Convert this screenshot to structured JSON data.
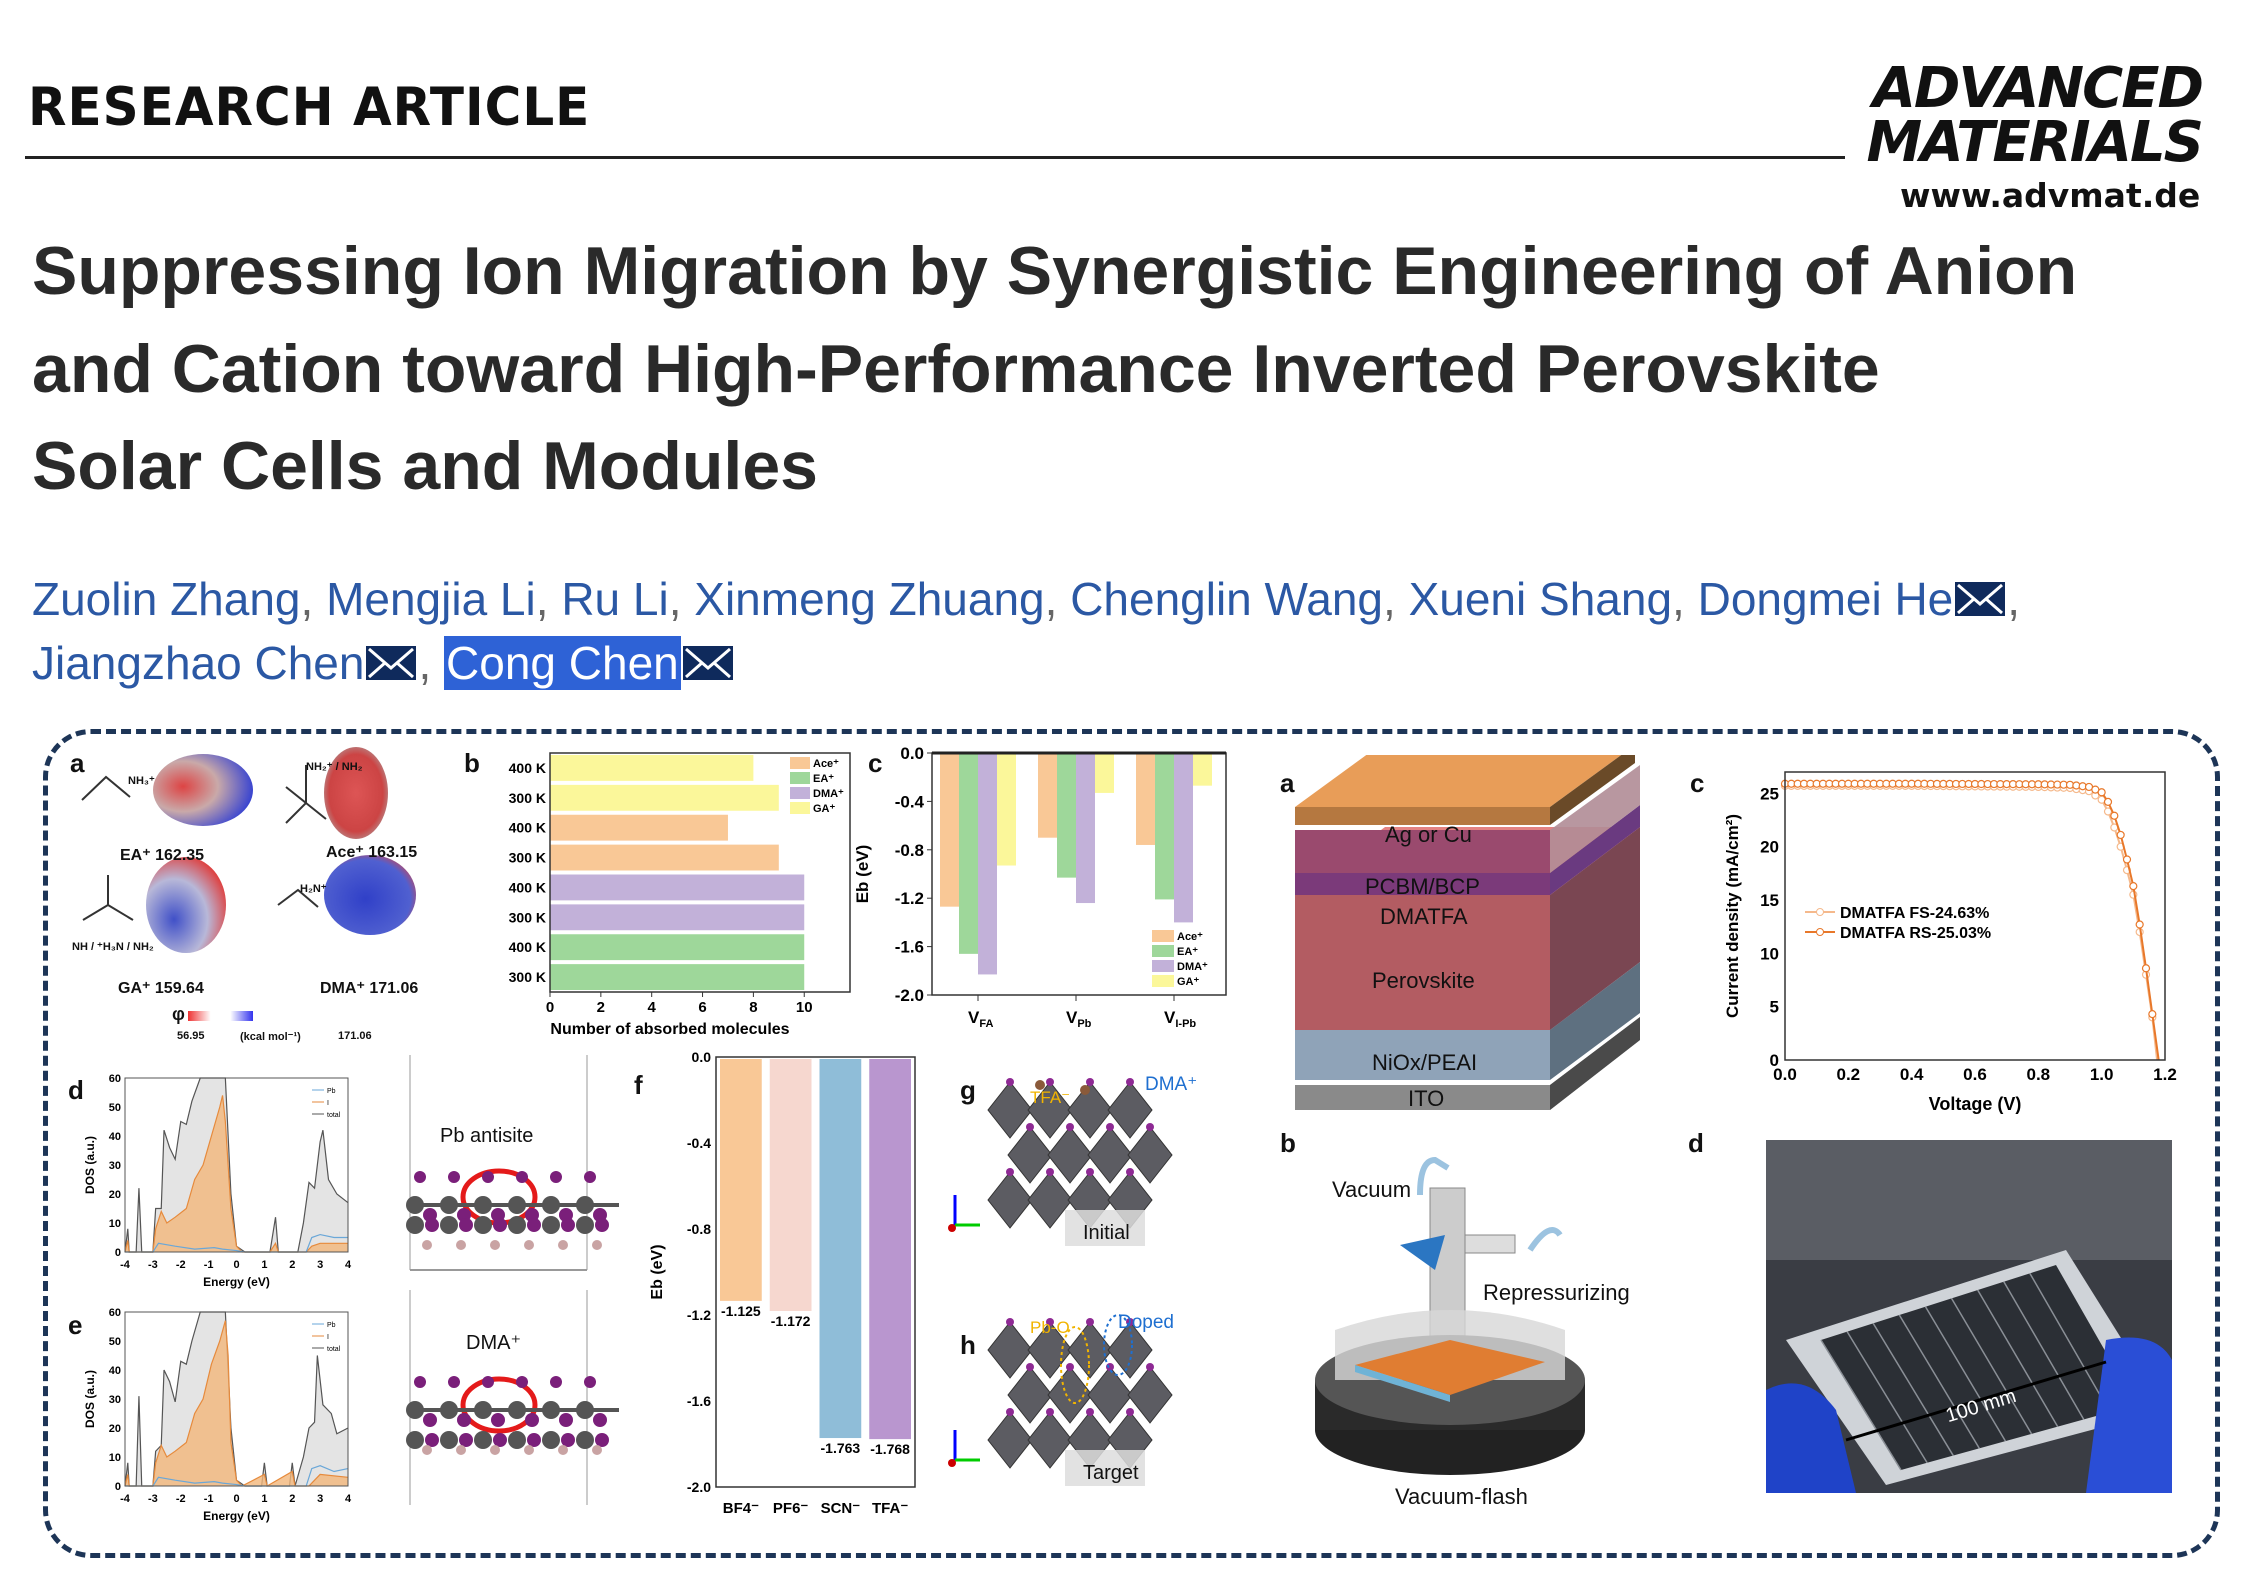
{
  "header": {
    "section": "RESEARCH ARTICLE",
    "journal_line1": "ADVANCED",
    "journal_line2": "MATERIALS",
    "url": "www.advmat.de"
  },
  "title": [
    "Suppressing Ion Migration by Synergistic Engineering of Anion",
    "and Cation toward High-Performance Inverted Perovskite",
    "Solar Cells and Modules"
  ],
  "authors": [
    {
      "name": "Zuolin Zhang"
    },
    {
      "name": "Mengjia Li"
    },
    {
      "name": "Ru Li"
    },
    {
      "name": "Xinmeng Zhuang"
    },
    {
      "name": "Chenglin Wang"
    },
    {
      "name": "Xueni Shang"
    },
    {
      "name": "Dongmei He",
      "email": true
    },
    {
      "name": "Jiangzhao Chen",
      "email": true
    },
    {
      "name": "Cong Chen",
      "email": true,
      "selected": true
    }
  ],
  "separator": ",",
  "figure": {
    "left": {
      "label_a": "a",
      "label_b": "b",
      "label_c": "c",
      "label_d": "d",
      "label_e": "e",
      "label_f": "f",
      "label_g": "g",
      "label_h": "h",
      "molecules": [
        {
          "name": "EA⁺",
          "value": "162.35",
          "formula": "NH₃⁺"
        },
        {
          "name": "Ace⁺",
          "value": "163.15",
          "formula": "NH₂⁺ / NH₂"
        },
        {
          "name": "GA⁺",
          "value": "159.64",
          "formula": "NH / ⁺H₃N / NH₂"
        },
        {
          "name": "DMA⁺",
          "value": "171.06",
          "formula": "H₂N⁺"
        }
      ],
      "esp_scale": {
        "symbol": "φ",
        "min": "56.95",
        "unit": "(kcal mol⁻¹)",
        "max": "171.06"
      },
      "struct_d_label": "Pb antisite",
      "struct_e_label": "DMA⁺",
      "g_labels": {
        "tfa": "TFA⁻",
        "dma": "DMA⁺",
        "box": "Initial"
      },
      "h_labels": {
        "pbo": "Pb-O",
        "doped": "Doped",
        "box": "Target"
      }
    },
    "right": {
      "label_a": "a",
      "label_b": "b",
      "label_c": "c",
      "label_d": "d",
      "stack": [
        "Ag or Cu",
        "PCBM/BCP",
        "DMATFA",
        "Perovskite",
        "NiOx/PEAI",
        "ITO"
      ],
      "vacuum": {
        "top": "Vacuum",
        "side": "Repressurizing",
        "bottom": "Vacuum-flash"
      },
      "photo_scale": "100 mm"
    }
  },
  "colors": {
    "ace": "#f9c896",
    "ea": "#9ed79a",
    "dma": "#c2b1d9",
    "ga": "#fbf79a",
    "bf4": "#f9c896",
    "pf6": "#f6d7cf",
    "scn": "#8fbdd8",
    "tfa": "#b996cf",
    "jv": "#e8782a"
  },
  "chart_data": [
    {
      "id": "b",
      "type": "bar",
      "orientation": "horizontal",
      "categories": [
        "400 K",
        "300 K",
        "400 K",
        "300 K",
        "400 K",
        "300 K",
        "400 K",
        "300 K"
      ],
      "groups": [
        "GA⁺",
        "GA⁺",
        "Ace⁺",
        "Ace⁺",
        "DMA⁺",
        "DMA⁺",
        "EA⁺",
        "EA⁺"
      ],
      "values": [
        8,
        9,
        7,
        9,
        10,
        10,
        10,
        10
      ],
      "xlabel": "Number of absorbed molecules",
      "xlim": [
        0,
        11.8
      ],
      "xticks": [
        0,
        2,
        4,
        6,
        8,
        10
      ],
      "legend": [
        "Ace⁺",
        "EA⁺",
        "DMA⁺",
        "GA⁺"
      ],
      "legend_position": "top-right"
    },
    {
      "id": "c",
      "type": "bar",
      "categories": [
        "V_FA",
        "V_Pb",
        "V_I-Pb"
      ],
      "category_main": [
        "V",
        "V",
        "V"
      ],
      "category_sub": [
        "FA",
        "Pb",
        "I-Pb"
      ],
      "series": [
        {
          "name": "Ace⁺",
          "values": [
            -1.27,
            -0.7,
            -0.76
          ]
        },
        {
          "name": "EA⁺",
          "values": [
            -1.66,
            -1.03,
            -1.21
          ]
        },
        {
          "name": "DMA⁺",
          "values": [
            -1.83,
            -1.24,
            -1.4
          ]
        },
        {
          "name": "GA⁺",
          "values": [
            -0.93,
            -0.33,
            -0.27
          ]
        }
      ],
      "ylabel": "Eb (eV)",
      "ylim": [
        -2.0,
        0
      ],
      "yticks": [
        "0.0",
        "-0.4",
        "-0.8",
        "-1.2",
        "-1.6",
        "-2.0"
      ],
      "legend_position": "bottom-right"
    },
    {
      "id": "d",
      "type": "area",
      "xlabel": "Energy (eV)",
      "ylabel": "DOS (a.u.)",
      "xlim": [
        -4,
        4
      ],
      "ylim": [
        0,
        60
      ],
      "xticks": [
        "-4",
        "-3",
        "-2",
        "-1",
        "0",
        "1",
        "2",
        "3",
        "4"
      ],
      "yticks": [
        "0",
        "10",
        "20",
        "30",
        "40",
        "50",
        "60"
      ],
      "series": [
        {
          "name": "total",
          "points": [
            [
              -4,
              0
            ],
            [
              -3.9,
              8
            ],
            [
              -3.85,
              0
            ],
            [
              -3.6,
              0
            ],
            [
              -3.5,
              22
            ],
            [
              -3.4,
              0
            ],
            [
              -3,
              0
            ],
            [
              -2.9,
              15
            ],
            [
              -2.7,
              15
            ],
            [
              -2.6,
              42
            ],
            [
              -2.4,
              36
            ],
            [
              -2.2,
              32
            ],
            [
              -2,
              45
            ],
            [
              -1.8,
              44
            ],
            [
              -1.6,
              52
            ],
            [
              -1.3,
              60
            ],
            [
              -0.4,
              60
            ],
            [
              -0.2,
              20
            ],
            [
              0,
              2
            ],
            [
              0.3,
              0
            ],
            [
              1.2,
              0
            ],
            [
              1.4,
              12
            ],
            [
              1.5,
              0
            ],
            [
              2.2,
              0
            ],
            [
              2.4,
              10
            ],
            [
              2.6,
              24
            ],
            [
              2.8,
              22
            ],
            [
              3,
              38
            ],
            [
              3.1,
              42
            ],
            [
              3.3,
              25
            ],
            [
              3.6,
              20
            ],
            [
              4,
              17
            ]
          ]
        },
        {
          "name": "I",
          "points": [
            [
              -4,
              0
            ],
            [
              -3.9,
              4
            ],
            [
              -3.85,
              0
            ],
            [
              -3,
              0
            ],
            [
              -2.9,
              8
            ],
            [
              -2.7,
              14
            ],
            [
              -2.5,
              10
            ],
            [
              -2.2,
              12
            ],
            [
              -1.8,
              15
            ],
            [
              -1.5,
              25
            ],
            [
              -1.2,
              30
            ],
            [
              -0.9,
              40
            ],
            [
              -0.6,
              50
            ],
            [
              -0.5,
              54
            ],
            [
              -0.4,
              45
            ],
            [
              -0.2,
              15
            ],
            [
              0,
              2
            ],
            [
              0.2,
              0
            ],
            [
              1.2,
              0
            ],
            [
              1.4,
              3
            ],
            [
              1.5,
              0
            ],
            [
              2.5,
              0
            ],
            [
              2.7,
              2
            ],
            [
              3,
              3
            ],
            [
              4,
              3
            ]
          ]
        },
        {
          "name": "Pb",
          "points": [
            [
              -4,
              0
            ],
            [
              -3,
              0
            ],
            [
              -2.8,
              3
            ],
            [
              -2.2,
              2
            ],
            [
              -1.5,
              1
            ],
            [
              -0.8,
              1.5
            ],
            [
              -0.5,
              1
            ],
            [
              0,
              0.5
            ],
            [
              0.3,
              0
            ],
            [
              2.5,
              0
            ],
            [
              2.7,
              5
            ],
            [
              3,
              6
            ],
            [
              3.5,
              5
            ],
            [
              4,
              5
            ]
          ]
        }
      ]
    },
    {
      "id": "e",
      "type": "area",
      "xlabel": "Energy (eV)",
      "ylabel": "DOS (a.u.)",
      "xlim": [
        -4,
        4
      ],
      "ylim": [
        0,
        60
      ],
      "xticks": [
        "-4",
        "-3",
        "-2",
        "-1",
        "0",
        "1",
        "2",
        "3",
        "4"
      ],
      "yticks": [
        "0",
        "10",
        "20",
        "30",
        "40",
        "50",
        "60"
      ],
      "series": [
        {
          "name": "total",
          "points": [
            [
              -4,
              0
            ],
            [
              -3.9,
              8
            ],
            [
              -3.85,
              0
            ],
            [
              -3.6,
              0
            ],
            [
              -3.5,
              31
            ],
            [
              -3.4,
              0
            ],
            [
              -3,
              0
            ],
            [
              -2.9,
              12
            ],
            [
              -2.7,
              14
            ],
            [
              -2.6,
              40
            ],
            [
              -2.4,
              36
            ],
            [
              -2.2,
              29
            ],
            [
              -2,
              43
            ],
            [
              -1.8,
              42
            ],
            [
              -1.6,
              50
            ],
            [
              -1.3,
              60
            ],
            [
              -0.4,
              60
            ],
            [
              -0.2,
              20
            ],
            [
              0,
              2
            ],
            [
              0.3,
              0
            ],
            [
              0.9,
              0
            ],
            [
              1,
              8
            ],
            [
              1.1,
              0
            ],
            [
              1.9,
              0
            ],
            [
              2,
              8
            ],
            [
              2.1,
              0
            ],
            [
              2.4,
              10
            ],
            [
              2.6,
              20
            ],
            [
              2.8,
              22
            ],
            [
              2.9,
              45
            ],
            [
              3.1,
              28
            ],
            [
              3.4,
              25
            ],
            [
              3.6,
              18
            ],
            [
              4,
              20
            ]
          ]
        },
        {
          "name": "I",
          "points": [
            [
              -4,
              0
            ],
            [
              -3.9,
              4
            ],
            [
              -3.85,
              0
            ],
            [
              -3,
              0
            ],
            [
              -2.9,
              8
            ],
            [
              -2.7,
              14
            ],
            [
              -2.5,
              10
            ],
            [
              -2.2,
              12
            ],
            [
              -1.8,
              15
            ],
            [
              -1.5,
              25
            ],
            [
              -1.2,
              30
            ],
            [
              -0.9,
              42
            ],
            [
              -0.6,
              50
            ],
            [
              -0.4,
              57
            ],
            [
              -0.3,
              45
            ],
            [
              -0.2,
              15
            ],
            [
              0,
              2
            ],
            [
              0.2,
              0
            ],
            [
              1,
              4
            ],
            [
              1.1,
              0
            ],
            [
              2,
              5
            ],
            [
              2.1,
              0
            ],
            [
              2.6,
              0
            ],
            [
              2.8,
              2
            ],
            [
              3,
              4
            ],
            [
              4,
              3
            ]
          ]
        },
        {
          "name": "Pb",
          "points": [
            [
              -4,
              0
            ],
            [
              -3,
              0
            ],
            [
              -2.8,
              3
            ],
            [
              -2.2,
              2
            ],
            [
              -1.5,
              1
            ],
            [
              -0.8,
              1.5
            ],
            [
              -0.5,
              1
            ],
            [
              0,
              0.5
            ],
            [
              0.3,
              0
            ],
            [
              2.5,
              0
            ],
            [
              2.7,
              6
            ],
            [
              3,
              7
            ],
            [
              3.5,
              5
            ],
            [
              4,
              6
            ]
          ]
        }
      ]
    },
    {
      "id": "f",
      "type": "bar",
      "categories": [
        "BF4⁻",
        "PF6⁻",
        "SCN⁻",
        "TFA⁻"
      ],
      "values": [
        -1.125,
        -1.172,
        -1.763,
        -1.768
      ],
      "data_labels": [
        "-1.125",
        "-1.172",
        "-1.763",
        "-1.768"
      ],
      "ylabel": "Eb (eV)",
      "ylim": [
        -2.0,
        0
      ],
      "yticks": [
        "0.0",
        "-0.4",
        "-0.8",
        "-1.2",
        "-1.6",
        "-2.0"
      ]
    },
    {
      "id": "jv",
      "type": "line",
      "xlabel": "Voltage (V)",
      "ylabel": "Current density (mA/cm²)",
      "xlim": [
        0,
        1.2
      ],
      "ylim": [
        0,
        27
      ],
      "xticks": [
        "0.0",
        "0.2",
        "0.4",
        "0.6",
        "0.8",
        "1.0",
        "1.2"
      ],
      "yticks": [
        "0",
        "5",
        "10",
        "15",
        "20",
        "25"
      ],
      "legend_position": "center-left",
      "series": [
        {
          "name": "DMATFA FS-24.63%",
          "points": [
            [
              0,
              25.7
            ],
            [
              0.4,
              25.7
            ],
            [
              0.8,
              25.6
            ],
            [
              0.9,
              25.5
            ],
            [
              0.96,
              25.2
            ],
            [
              1.0,
              24.4
            ],
            [
              1.02,
              23.3
            ],
            [
              1.04,
              21.8
            ],
            [
              1.06,
              20
            ],
            [
              1.08,
              17.8
            ],
            [
              1.1,
              15.5
            ],
            [
              1.12,
              12
            ],
            [
              1.14,
              8
            ],
            [
              1.16,
              4
            ],
            [
              1.175,
              0
            ]
          ]
        },
        {
          "name": "DMATFA RS-25.03%",
          "points": [
            [
              0,
              25.9
            ],
            [
              0.4,
              25.9
            ],
            [
              0.8,
              25.85
            ],
            [
              0.9,
              25.8
            ],
            [
              0.96,
              25.6
            ],
            [
              1.0,
              25.1
            ],
            [
              1.02,
              24.2
            ],
            [
              1.04,
              22.9
            ],
            [
              1.06,
              21.1
            ],
            [
              1.08,
              18.8
            ],
            [
              1.1,
              16.3
            ],
            [
              1.12,
              12.7
            ],
            [
              1.14,
              8.6
            ],
            [
              1.16,
              4.3
            ],
            [
              1.18,
              0
            ]
          ]
        }
      ]
    }
  ]
}
